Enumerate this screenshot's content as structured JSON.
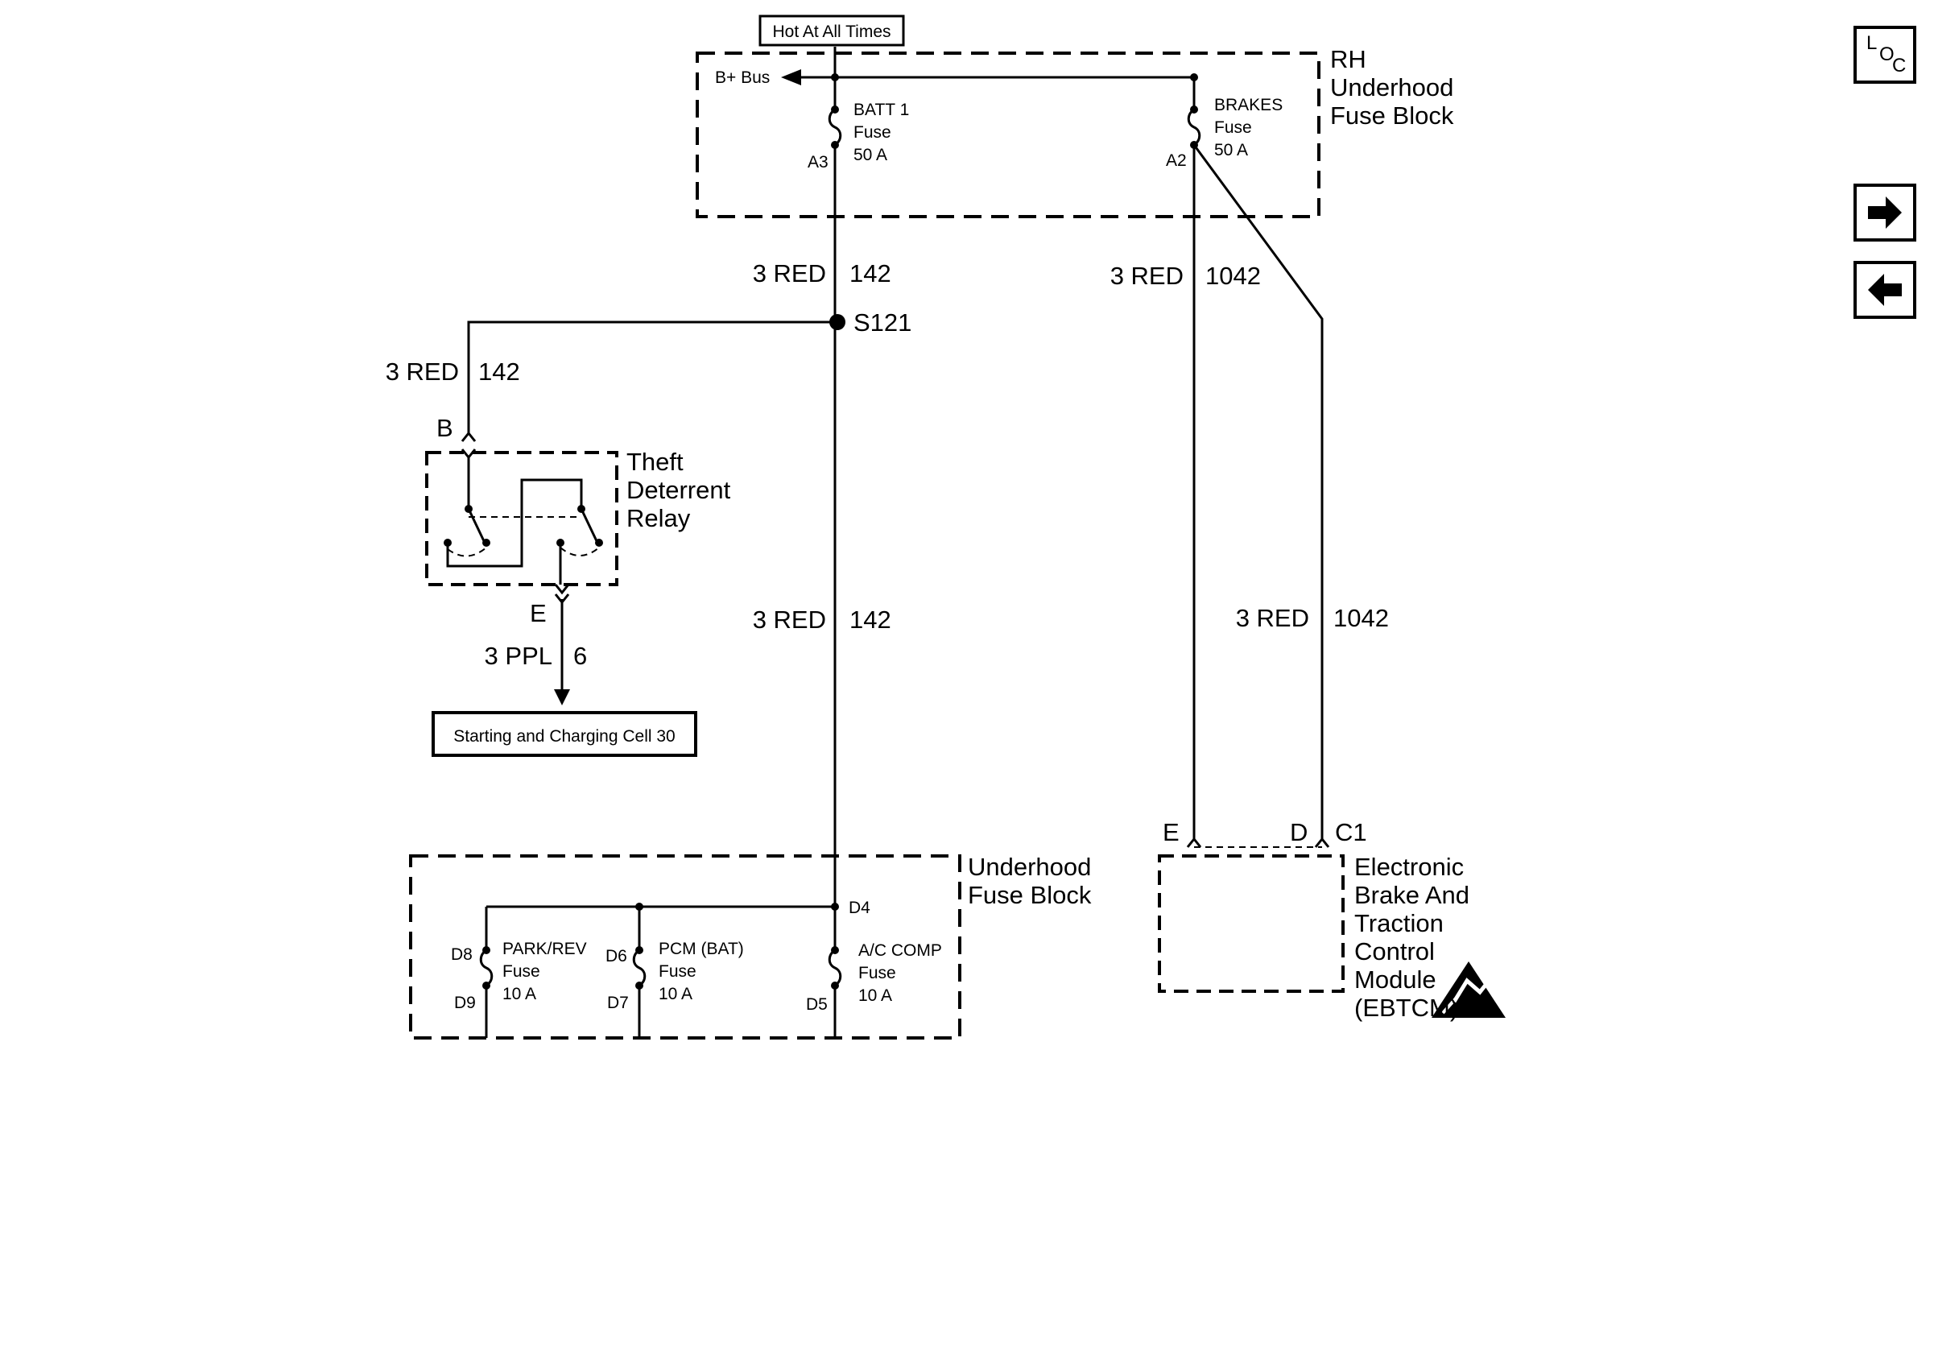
{
  "top_label": "Hot At All Times",
  "rh_fuse_block": {
    "title_line1": "RH",
    "title_line2": "Underhood",
    "title_line3": "Fuse Block",
    "bplus_bus": "B+ Bus",
    "batt1_fuse": {
      "name": "BATT 1",
      "type": "Fuse",
      "rating": "50 A",
      "terminal": "A3"
    },
    "brakes_fuse": {
      "name": "BRAKES",
      "type": "Fuse",
      "rating": "50 A",
      "terminal": "A2"
    }
  },
  "wires": {
    "w142_a": {
      "gauge": "3 RED",
      "circuit": "142"
    },
    "w1042_a": {
      "gauge": "3 RED",
      "circuit": "1042"
    },
    "w142_b": {
      "gauge": "3 RED",
      "circuit": "142"
    },
    "w142_c": {
      "gauge": "3 RED",
      "circuit": "142"
    },
    "w1042_b": {
      "gauge": "3 RED",
      "circuit": "1042"
    },
    "w6": {
      "gauge": "3 PPL",
      "circuit": "6"
    }
  },
  "splice": "S121",
  "relay": {
    "pin_top": "B",
    "pin_bottom": "E",
    "title_line1": "Theft",
    "title_line2": "Deterrent",
    "title_line3": "Relay"
  },
  "ref_box": "Starting and Charging Cell 30",
  "underhood_fuse_block": {
    "title_line1": "Underhood",
    "title_line2": "Fuse Block",
    "input_terminal": "D4",
    "fuses": [
      {
        "name": "PARK/REV",
        "type": "Fuse",
        "rating": "10 A",
        "in": "D8",
        "out": "D9"
      },
      {
        "name": "PCM (BAT)",
        "type": "Fuse",
        "rating": "10 A",
        "in": "D6",
        "out": "D7"
      },
      {
        "name": "A/C COMP",
        "type": "Fuse",
        "rating": "10 A",
        "in": "",
        "out": "D5"
      }
    ]
  },
  "ebtcm": {
    "pin_e": "E",
    "pin_d": "D",
    "connector": "C1",
    "title_line1": "Electronic",
    "title_line2": "Brake And",
    "title_line3": "Traction",
    "title_line4": "Control",
    "title_line5": "Module",
    "title_line6": "(EBTCM)"
  },
  "nav": {
    "loc_l": "L",
    "loc_o": "O",
    "loc_c": "C"
  }
}
